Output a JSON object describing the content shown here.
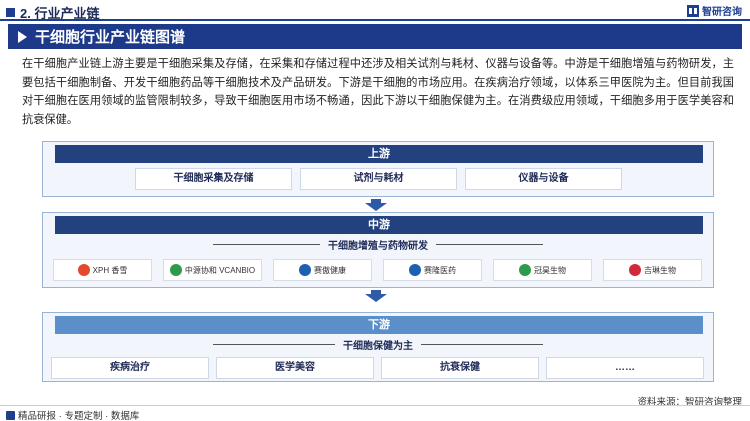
{
  "header": {
    "section_title": "2. 行业产业链",
    "logo_text": "智研咨询"
  },
  "title_band": {
    "title": "干细胞行业产业链图谱"
  },
  "description": "在干细胞产业链上游主要是干细胞采集及存储，在采集和存储过程中还涉及相关试剂与耗材、仪器与设备等。中游是干细胞增殖与药物研发，主要包括干细胞制备、开发干细胞药品等干细胞技术及产品研发。下游是干细胞的市场应用。在疾病治疗领域，以体系三甲医院为主。但目前我国对干细胞在医用领域的监管限制较多，导致干细胞医用市场不畅通，因此下游以干细胞保健为主。在消费级应用领域，干细胞多用于医学美容和抗衰保健。",
  "upstream": {
    "label": "上游",
    "items": [
      "干细胞采集及存储",
      "试剂与耗材",
      "仪器与设备"
    ]
  },
  "midstream": {
    "label": "中游",
    "subtitle": "干细胞增殖与药物研发",
    "companies": [
      {
        "name": "XPH 香雪",
        "icon": "xiangxue-logo",
        "color": "#e24a2b"
      },
      {
        "name": "中源协和 VCANBIO",
        "icon": "vcanbio-logo",
        "color": "#2f9a4b"
      },
      {
        "name": "赛傲健康",
        "icon": "saiao-logo",
        "color": "#1d5fb0"
      },
      {
        "name": "赛隆医药",
        "icon": "sailong-logo",
        "color": "#1d5fb0"
      },
      {
        "name": "冠昊生物",
        "icon": "guanhao-logo",
        "color": "#2f9a4b"
      },
      {
        "name": "吉琳生物",
        "icon": "jilin-logo",
        "color": "#d1283a"
      }
    ]
  },
  "downstream": {
    "label": "下游",
    "subtitle": "干细胞保健为主",
    "items": [
      "疾病治疗",
      "医学美容",
      "抗衰保健",
      "……"
    ]
  },
  "footer": {
    "left_text": "精品研报 · 专题定制 · 数据库",
    "source": "资料来源：智研咨询整理"
  },
  "colors": {
    "primary": "#1d3a8a",
    "accent": "#5a8fc9"
  }
}
